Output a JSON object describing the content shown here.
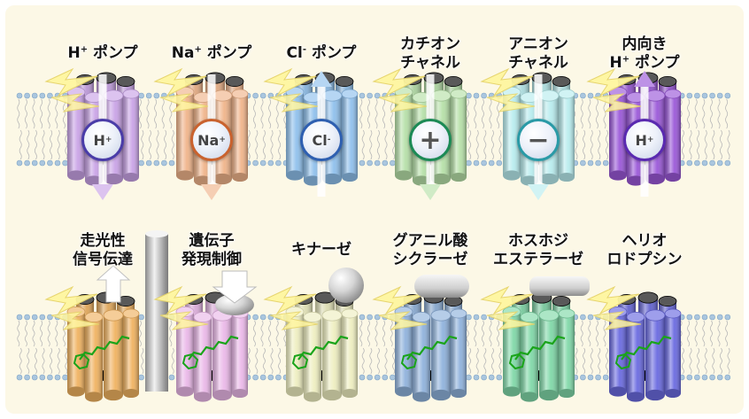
{
  "colors": {
    "background": "#fcf8e6",
    "membrane_head": "#aac6de",
    "retinal": "#1aa41a",
    "arrow": "#ffffff",
    "light": "#fff6a0"
  },
  "top_row": [
    {
      "id": "h-pump",
      "lines": [
        {
          "text": "H",
          "sup": "+",
          "suffix": " ポンプ"
        }
      ],
      "ion": {
        "text": "H",
        "sup": "+"
      },
      "color": "#c9a3e6",
      "arrow": "down",
      "ring": "#4a3ca8"
    },
    {
      "id": "na-pump",
      "lines": [
        {
          "text": "Na",
          "sup": "+",
          "suffix": " ポンプ"
        }
      ],
      "ion": {
        "text": "Na",
        "sup": "+"
      },
      "color": "#f0b48a",
      "arrow": "down",
      "ring": "#c9622e"
    },
    {
      "id": "cl-pump",
      "lines": [
        {
          "text": "Cl",
          "sup": "-",
          "suffix": " ポンプ"
        }
      ],
      "ion": {
        "text": "Cl",
        "sup": "-"
      },
      "color": "#8fc0ec",
      "arrow": "up",
      "ring": "#2e5fb0"
    },
    {
      "id": "cation-channel",
      "lines": [
        {
          "text": "カチオン"
        },
        {
          "text": "チャネル"
        }
      ],
      "ion": {
        "text": "+"
      },
      "color": "#b6e0a8",
      "arrow": "down",
      "ring": "#1c8a55"
    },
    {
      "id": "anion-channel",
      "lines": [
        {
          "text": "アニオン"
        },
        {
          "text": "チャネル"
        }
      ],
      "ion": {
        "text": "−"
      },
      "color": "#b8ecee",
      "arrow": "down",
      "ring": "#2a9aa6"
    },
    {
      "id": "inward-h-pump",
      "lines": [
        {
          "text": "内向き"
        },
        {
          "text": "H",
          "sup": "+",
          "suffix": " ポンプ"
        }
      ],
      "ion": {
        "text": "H",
        "sup": "+"
      },
      "color": "#9a58d8",
      "arrow": "up",
      "ring": "#5a2ab0"
    }
  ],
  "bottom_row": [
    {
      "id": "phototaxis",
      "lines": [
        {
          "text": "走光性"
        },
        {
          "text": "信号伝達"
        }
      ],
      "color": "#f0b260",
      "extra": "arrow-up"
    },
    {
      "id": "gene-expression",
      "lines": [
        {
          "text": "遺伝子"
        },
        {
          "text": "発現制御"
        }
      ],
      "color": "#eab8e8",
      "extra": "arrow-down"
    },
    {
      "id": "kinase",
      "lines": [
        {
          "text": "キナーゼ"
        }
      ],
      "color": "#eeeec0",
      "extra": "sphere"
    },
    {
      "id": "guanylyl-cyclase",
      "lines": [
        {
          "text": "グアニル酸"
        },
        {
          "text": "シクラーゼ"
        }
      ],
      "color": "#8fb2dc",
      "extra": "capsule"
    },
    {
      "id": "phosphodiesterase",
      "lines": [
        {
          "text": "ホスホジ"
        },
        {
          "text": "エステラーゼ"
        }
      ],
      "color": "#80d8a8",
      "extra": "bar"
    },
    {
      "id": "heliorhodopsin",
      "lines": [
        {
          "text": "ヘリオ"
        },
        {
          "text": "ロドプシン"
        }
      ],
      "color": "#6a6ae0",
      "extra": "none"
    }
  ]
}
